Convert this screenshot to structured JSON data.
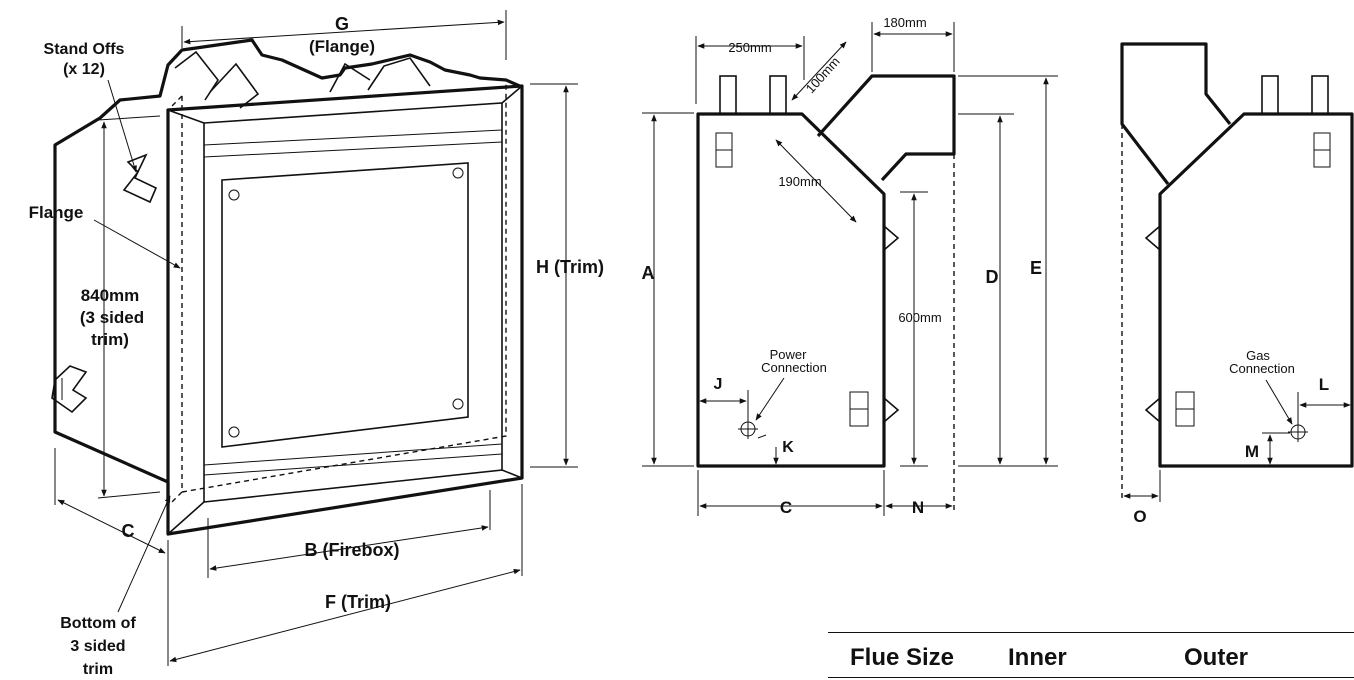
{
  "left_view": {
    "standoffs": "Stand Offs",
    "standoffs_count": "(x 12)",
    "g_label": "G",
    "g_sub": "(Flange)",
    "flange": "Flange",
    "dim840": "840mm",
    "three_sided": "(3 sided",
    "trim_paren": "trim)",
    "h_trim": "H (Trim)",
    "c": "C",
    "b_firebox": "B (Firebox)",
    "f_trim": "F (Trim)",
    "bottom_of": "Bottom of",
    "three_sided2": "3 sided",
    "trim": "trim"
  },
  "middle_view": {
    "dim250": "250mm",
    "dim180": "180mm",
    "dim100": "100mm",
    "dim190": "190mm",
    "a": "A",
    "d": "D",
    "e": "E",
    "dim600": "600mm",
    "power": "Power",
    "connection": "Connection",
    "j": "J",
    "k": "K",
    "c": "C",
    "n": "N"
  },
  "right_view": {
    "gas": "Gas",
    "connection": "Connection",
    "l": "L",
    "m": "M",
    "o": "O"
  },
  "table": {
    "col1": "Flue Size",
    "col2": "Inner",
    "col3": "Outer"
  }
}
